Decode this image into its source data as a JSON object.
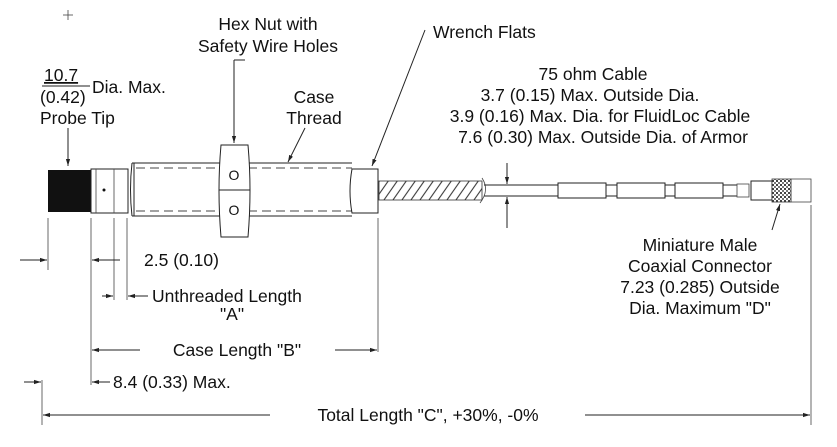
{
  "labels": {
    "hex_nut_line1": "Hex Nut with",
    "hex_nut_line2": "Safety Wire Holes",
    "wrench_flats": "Wrench Flats",
    "probe_dia_mm": "10.7",
    "probe_dia_in": "(0.42)",
    "probe_dia_suffix": "Dia. Max.",
    "probe_tip": "Probe Tip",
    "case_line1": "Case",
    "case_line2": "Thread",
    "cable_line1": "75 ohm Cable",
    "cable_line2": "3.7 (0.15) Max. Outside Dia.",
    "cable_line3": "3.9 (0.16) Max. Dia. for FluidLoc Cable",
    "cable_line4": "7.6 (0.30) Max. Outside Dia. of Armor",
    "dim_2_5": "2.5 (0.10)",
    "unthreaded_line1": "Unthreaded Length",
    "unthreaded_line2": "\"A\"",
    "case_length": "Case Length \"B\"",
    "dim_8_4": "8.4 (0.33) Max.",
    "total_length": "Total Length  \"C\", +30%, -0%",
    "connector_line1": "Miniature Male",
    "connector_line2": "Coaxial Connector",
    "connector_line3": "7.23 (0.285) Outside",
    "connector_line4": "Dia. Maximum \"D\"",
    "hole_mark": "O"
  }
}
